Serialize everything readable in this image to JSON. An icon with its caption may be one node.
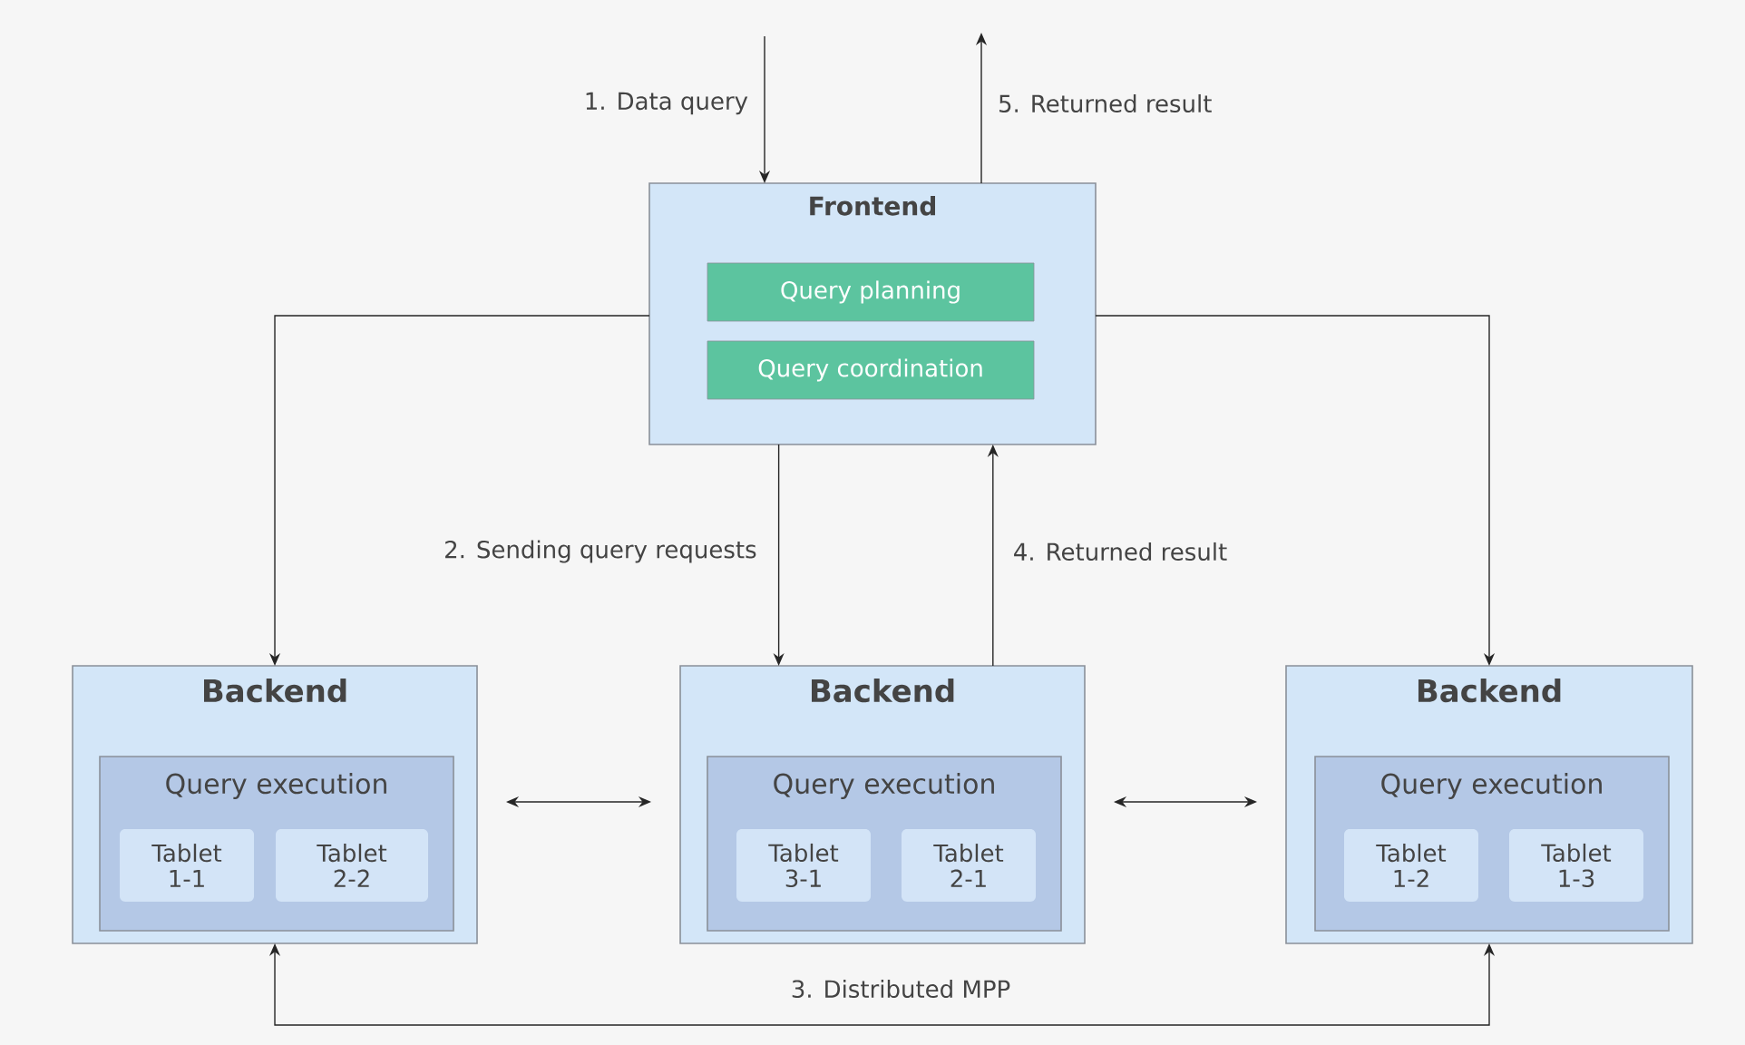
{
  "diagram": {
    "nodes": [
      {
        "text": [
          "Frontend"
        ]
      },
      {
        "text": [
          "Query planning"
        ],
        "in": 0
      },
      {
        "text": [
          "Query coordination"
        ],
        "in": 0
      },
      {
        "text": [
          "Backend"
        ]
      },
      {
        "text": [
          "Query execution"
        ],
        "in": 3
      },
      {
        "text": [
          "Tablet 1-1"
        ],
        "in": 4
      },
      {
        "text": [
          "Tablet 2-2"
        ],
        "in": 4
      },
      {
        "text": [
          "Backend"
        ]
      },
      {
        "text": [
          "Query execution"
        ],
        "in": 7
      },
      {
        "text": [
          "Tablet 3-1"
        ],
        "in": 8
      },
      {
        "text": [
          "Tablet 2-1"
        ],
        "in": 8
      },
      {
        "text": [
          "Backend"
        ]
      },
      {
        "text": [
          "Query execution"
        ],
        "in": 11
      },
      {
        "text": [
          "Tablet 1-2"
        ],
        "in": 12
      },
      {
        "text": [
          "Tablet 1-3"
        ],
        "in": 12
      }
    ],
    "edges": [
      {
        "from": null,
        "to": 0,
        "arrow": "to",
        "label": "1. Data query"
      },
      {
        "from": 0,
        "to": null,
        "arrow": "to",
        "label": "5. Returned result"
      },
      {
        "from": 0,
        "to": 3,
        "arrow": "to"
      },
      {
        "from": 0,
        "to": 11,
        "arrow": "to"
      },
      {
        "from": 0,
        "to": 7,
        "arrow": "to",
        "label": "2. Sending query requests"
      },
      {
        "from": 7,
        "to": 0,
        "arrow": "to",
        "label": "4. Returned result"
      },
      {
        "from": 3,
        "to": 7,
        "arrow": "both"
      },
      {
        "from": 7,
        "to": 11,
        "arrow": "both"
      },
      {
        "from": 3,
        "to": 11,
        "arrow": "both",
        "label": "3. Distributed MPP"
      }
    ]
  }
}
